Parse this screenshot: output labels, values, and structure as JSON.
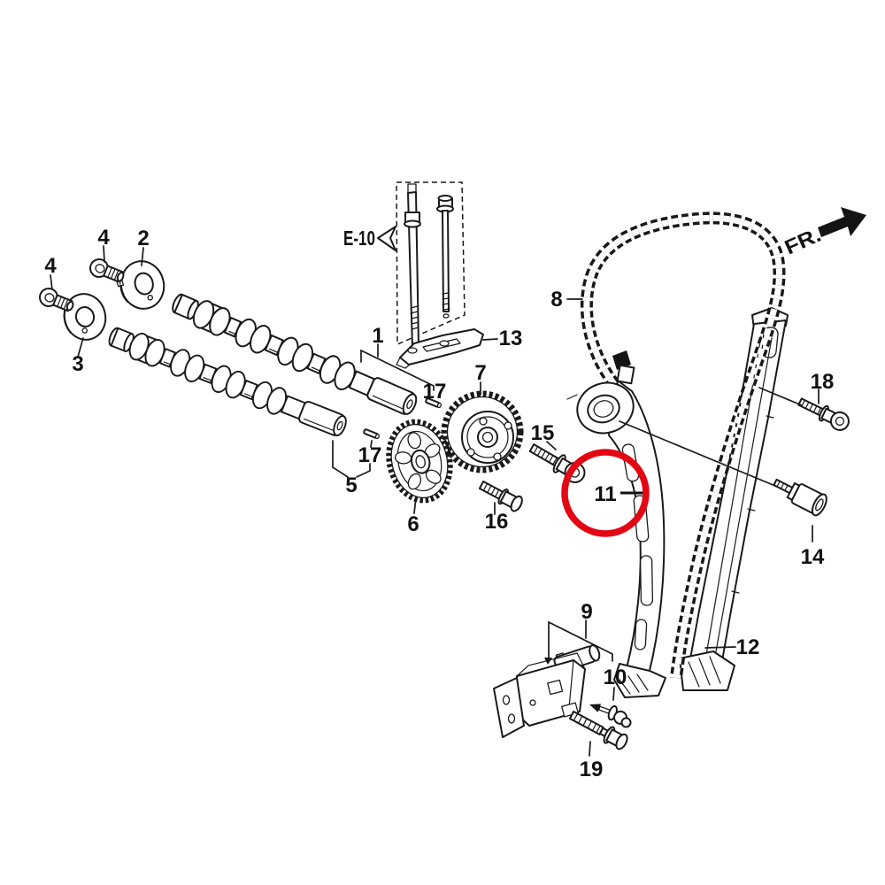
{
  "labels": {
    "p1": "1",
    "p2": "2",
    "p3": "3",
    "p4a": "4",
    "p4b": "4",
    "p5": "5",
    "p6": "6",
    "p7": "7",
    "p8": "8",
    "p9": "9",
    "p10": "10",
    "p11": "11",
    "p12": "12",
    "p13": "13",
    "p14": "14",
    "p15": "15",
    "p16": "16",
    "p17a": "17",
    "p17b": "17",
    "p18": "18",
    "p19": "19",
    "ref_box": "E-10",
    "fr_direction": "FR."
  },
  "highlight": {
    "circled_part": "11",
    "color": "#e30613"
  },
  "colors": {
    "ink": "#1a1a1a",
    "background": "#ffffff"
  }
}
